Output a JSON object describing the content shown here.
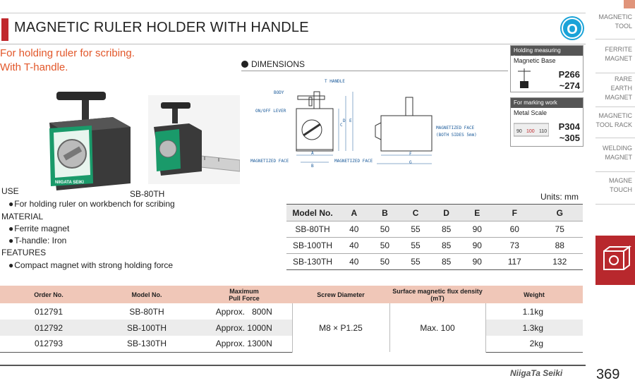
{
  "header": {
    "title": "MAGNETIC RULER HOLDER WITH HANDLE",
    "badge": "O",
    "subtitle_line1": "For holding ruler for scribing.",
    "subtitle_line2": "With T-handle."
  },
  "sidebar": {
    "items": [
      {
        "label": "MAGNETIC\nTOOL"
      },
      {
        "label": "FERRITE\nMAGNET"
      },
      {
        "label": "RARE\nEARTH\nMAGNET"
      },
      {
        "label": "MAGNETIC\nTOOL RACK"
      },
      {
        "label": "WELDING\nMAGNET"
      },
      {
        "label": "MAGNE\nTOUCH"
      }
    ]
  },
  "refs": {
    "holding": {
      "header": "Holding measuring instruments",
      "name": "Magnetic Base",
      "page1": "P266",
      "page2": "~274"
    },
    "marking": {
      "header": "For marking work",
      "name": "Metal Scale",
      "page1": "P304",
      "page2": "~305"
    }
  },
  "photos": {
    "model_label": "SB-80TH",
    "product_logo": "NIIGATA SEIKI"
  },
  "dimensions": {
    "title": "DIMENSIONS",
    "labels": {
      "t_handle": "T HANDLE",
      "body": "BODY",
      "on_off_lever": "ON/OFF LEVER",
      "magnetized_face_1": "MAGNETIZED FACE",
      "magnetized_face_2": "MAGNETIZED FACE",
      "magnetized_face_side": "MAGNETIZED FACE",
      "both_sides": "(BOTH SIDES 5mm)",
      "A": "A",
      "B": "B",
      "C": "C",
      "D": "D",
      "E": "E",
      "F": "F",
      "G": "G"
    }
  },
  "specs": {
    "use_heading": "USE",
    "use_items": [
      "For holding ruler on workbench for scribing"
    ],
    "material_heading": "MATERIAL",
    "material_items": [
      "Ferrite magnet",
      "T-handle: Iron"
    ],
    "features_heading": "FEATURES",
    "features_items": [
      "Compact magnet with strong holding force"
    ]
  },
  "dim_table": {
    "units": "Units: mm",
    "headers": [
      "Model No.",
      "A",
      "B",
      "C",
      "D",
      "E",
      "F",
      "G"
    ],
    "rows": [
      [
        "SB-80TH",
        "40",
        "50",
        "55",
        "85",
        "90",
        "60",
        "75"
      ],
      [
        "SB-100TH",
        "40",
        "50",
        "55",
        "85",
        "90",
        "73",
        "88"
      ],
      [
        "SB-130TH",
        "40",
        "50",
        "55",
        "85",
        "90",
        "117",
        "132"
      ]
    ]
  },
  "order_table": {
    "headers": [
      "Order No.",
      "Model No.",
      "Maximum\nPull Force",
      "Screw Diameter",
      "Surface magnetic flux density\n(mT)",
      "Weight"
    ],
    "rows": [
      [
        "012791",
        "SB-80TH",
        "Approx.   800N",
        "1.1kg"
      ],
      [
        "012792",
        "SB-100TH",
        "Approx. 1000N",
        "1.3kg"
      ],
      [
        "012793",
        "SB-130TH",
        "Approx. 1300N",
        "2kg"
      ]
    ],
    "screw": "M8 × P1.25",
    "flux": "Max. 100"
  },
  "footer": {
    "brand": "NiigaTa Seiki",
    "page": "369"
  },
  "colors": {
    "accent": "#c0282d",
    "blue": "#1aa3d8",
    "subtitle": "#e2572a",
    "green": "#1a9a6a"
  }
}
